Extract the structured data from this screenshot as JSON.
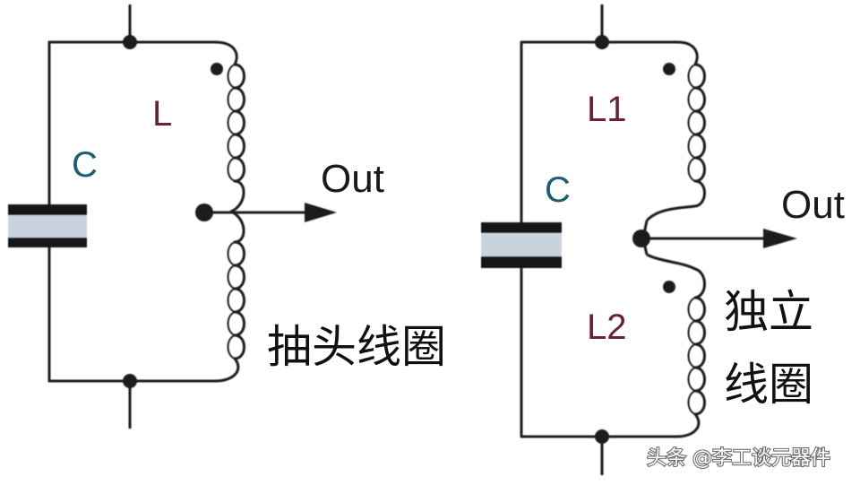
{
  "colors": {
    "background": "#ffffff",
    "wire": "#1a1a1a",
    "component_label": "#1f5d74",
    "inductor_label": "#6b2230",
    "capacitor_fill": "#c9d3dd",
    "capacitor_plate": "#151515",
    "watermark": "#ffffff"
  },
  "left_circuit": {
    "capacitor_label": "C",
    "inductor_label": "L",
    "output_label": "Out",
    "caption": "抽头线圈"
  },
  "right_circuit": {
    "capacitor_label": "C",
    "inductor1_label": "L1",
    "inductor2_label": "L2",
    "output_label": "Out",
    "caption_line1": "独立",
    "caption_line2": "线圈"
  },
  "watermark": "头条 @李工谈元器件"
}
